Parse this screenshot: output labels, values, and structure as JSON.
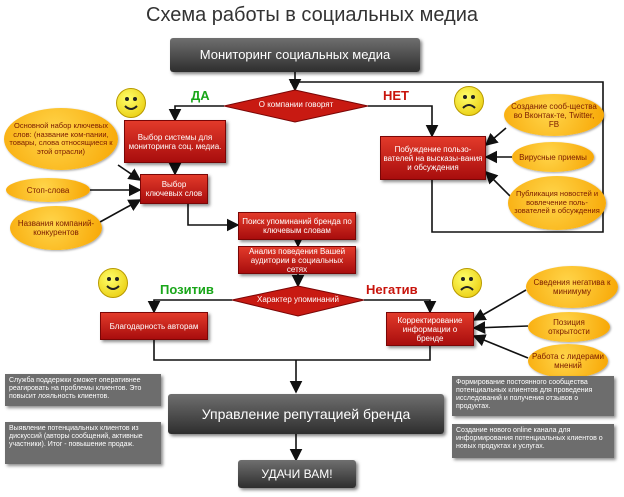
{
  "title": "Схема работы в социальных медиа",
  "monitoring": "Мониторинг социальных медиа",
  "decision_top": "О компании говорят",
  "yes_label": "ДА",
  "no_label": "НЕТ",
  "select_system": "Выбор системы для мониторинга соц. медиа.",
  "select_keywords": "Выбор ключевых слов",
  "encourage": "Побуждение пользо-вателей на высказы-вания и обсуждения",
  "left_ovals": [
    "Основной набор ключевых слов: (название ком-пании, товары, слова относящиеся к этой отрасли)",
    "Стоп-слова",
    "Названия компаний-конкурентов"
  ],
  "right_ovals_top": [
    "Создание сооб-щества во Вконтак-те, Twitter, FB",
    "Вирусные приемы",
    "Публикация новостей и вовлечение поль-зователей в обсуждения"
  ],
  "search_mentions": "Поиск упоминаний бренда по ключевым словам",
  "analyze_behavior": "Анализ поведения Вашей аудитории в социальных сетях",
  "decision_mid": "Характер упоминаний",
  "positive_label": "Позитив",
  "negative_label": "Негатив",
  "thank_authors": "Благодарность авторам",
  "correct_info": "Корректирование информации о бренде",
  "right_ovals_bottom": [
    "Сведения негатива к минимуму",
    "Позиция открытости",
    "Работа с лидерами мнений"
  ],
  "reputation": "Управление репутацией бренда",
  "good_luck": "УДАЧИ ВАМ!",
  "notes_left": [
    "Служба поддержки сможет оперативнее реагировать на проблемы клиентов. Это повысит лояльность клиентов.",
    "Выявление потенциальных клиентов из дискуссий (авторы сообщений, активные участники). Итог - повышение продаж."
  ],
  "notes_right": [
    "Формирование постоянного сообщества потенциальных клиентов для проведения исследований и получения отзывов о продуктах.",
    "Создание нового online канала для информирования потенциальных клиентов о новых продуктах и услугах."
  ],
  "colors": {
    "red": "#c81a12",
    "orange": "#f9b21c",
    "green": "#19a619",
    "banner": "#444444",
    "note": "#6d6d6d"
  },
  "icons": [
    "happy-smiley-icon",
    "sad-smiley-icon"
  ]
}
